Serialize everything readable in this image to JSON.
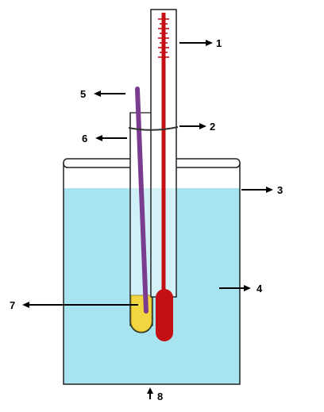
{
  "labels": {
    "l1": "1",
    "l2": "2",
    "l3": "3",
    "l4": "4",
    "l5": "5",
    "l6": "6",
    "l7": "7",
    "l8": "8"
  },
  "colors": {
    "water": "#a8e4f0",
    "mercury": "#c40f14",
    "rod": "#7a3c8f",
    "sample": "#f2d641",
    "outline": "#222222"
  }
}
